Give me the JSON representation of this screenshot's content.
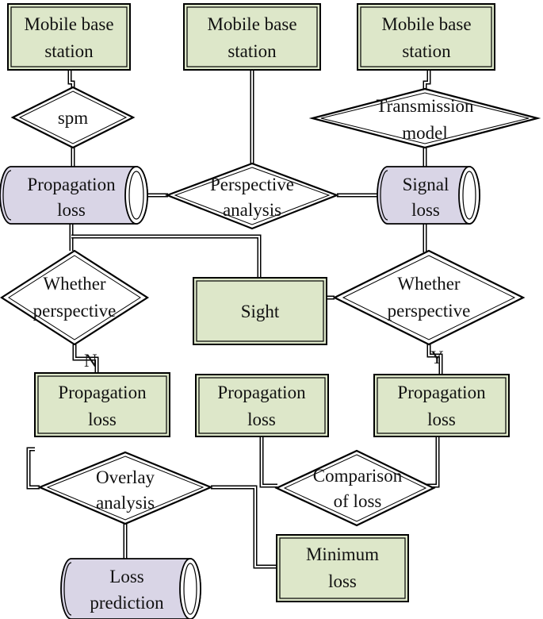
{
  "nodes": {
    "base1": [
      "Mobile base",
      "station"
    ],
    "base2": [
      "Mobile base",
      "station"
    ],
    "base3": [
      "Mobile base",
      "station"
    ],
    "spm": [
      "spm"
    ],
    "transmission_model": [
      "Transmission",
      "model"
    ],
    "propagation_loss_top": [
      "Propagation",
      "loss"
    ],
    "perspective_analysis": [
      "Perspective",
      "analysis"
    ],
    "signal_loss": [
      "Signal",
      "loss"
    ],
    "whether_perspective_left": [
      "Whether",
      "perspective"
    ],
    "sight": [
      "Sight"
    ],
    "whether_perspective_right": [
      "Whether",
      "perspective"
    ],
    "propagation_loss_1": [
      "Propagation",
      "loss"
    ],
    "propagation_loss_2": [
      "Propagation",
      "loss"
    ],
    "propagation_loss_3": [
      "Propagation",
      "loss"
    ],
    "overlay_analysis": [
      "Overlay",
      "analysis"
    ],
    "comparison_of_loss": [
      "Comparison",
      "of loss"
    ],
    "minimum_loss": [
      "Minimum",
      "loss"
    ],
    "loss_prediction": [
      "Loss",
      "prediction"
    ]
  },
  "edge_labels": {
    "no": "N",
    "yes": "Y"
  },
  "colors": {
    "entity_fill": "#dde7c9",
    "store_fill": "#d9d5e6",
    "decision_fill": "#ffffff",
    "stroke": "#000000"
  }
}
